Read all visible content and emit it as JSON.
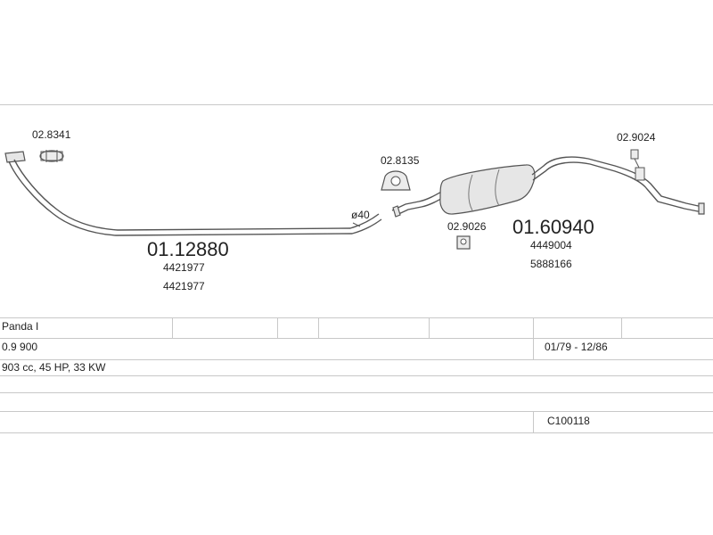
{
  "parts": {
    "clamp_front": "02.8341",
    "front_pipe": "01.12880",
    "front_pipe_oe_1": "4421977",
    "front_pipe_oe_2": "4421977",
    "diameter": "ø40",
    "clamp_mid": "02.8135",
    "rubber_mount": "02.9026",
    "rear_silencer": "01.60940",
    "rear_silencer_oe_1": "4449004",
    "rear_silencer_oe_2": "5888166",
    "rear_hanger": "02.9024"
  },
  "table": {
    "model": "Panda I",
    "engine": "0.9 900",
    "years": "01/79 - 12/86",
    "spec": "903 cc, 45 HP, 33 KW",
    "code": "C100118"
  }
}
